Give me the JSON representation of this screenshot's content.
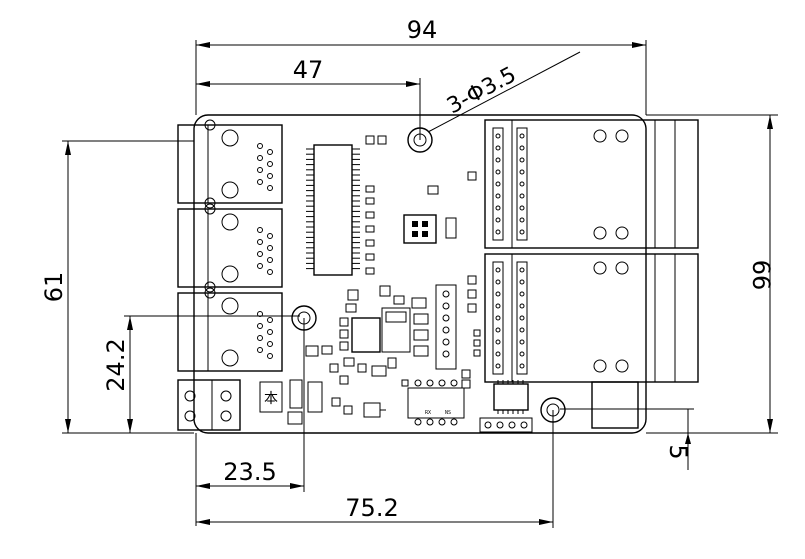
{
  "dimensions": {
    "width_total": "94",
    "width_hole": "47",
    "hole_callout": "3-Φ3.5",
    "height_left": "61",
    "height_right": "66",
    "height_hole": "24.2",
    "offset_bottom": "5",
    "bottom_hole_x": "23.5",
    "bottom_hole2_x": "75.2"
  },
  "silkscreen": {
    "power_symbol": "本",
    "label_a": "RX",
    "label_b": "NS"
  },
  "colors": {
    "line": "#000000",
    "background": "#ffffff"
  }
}
